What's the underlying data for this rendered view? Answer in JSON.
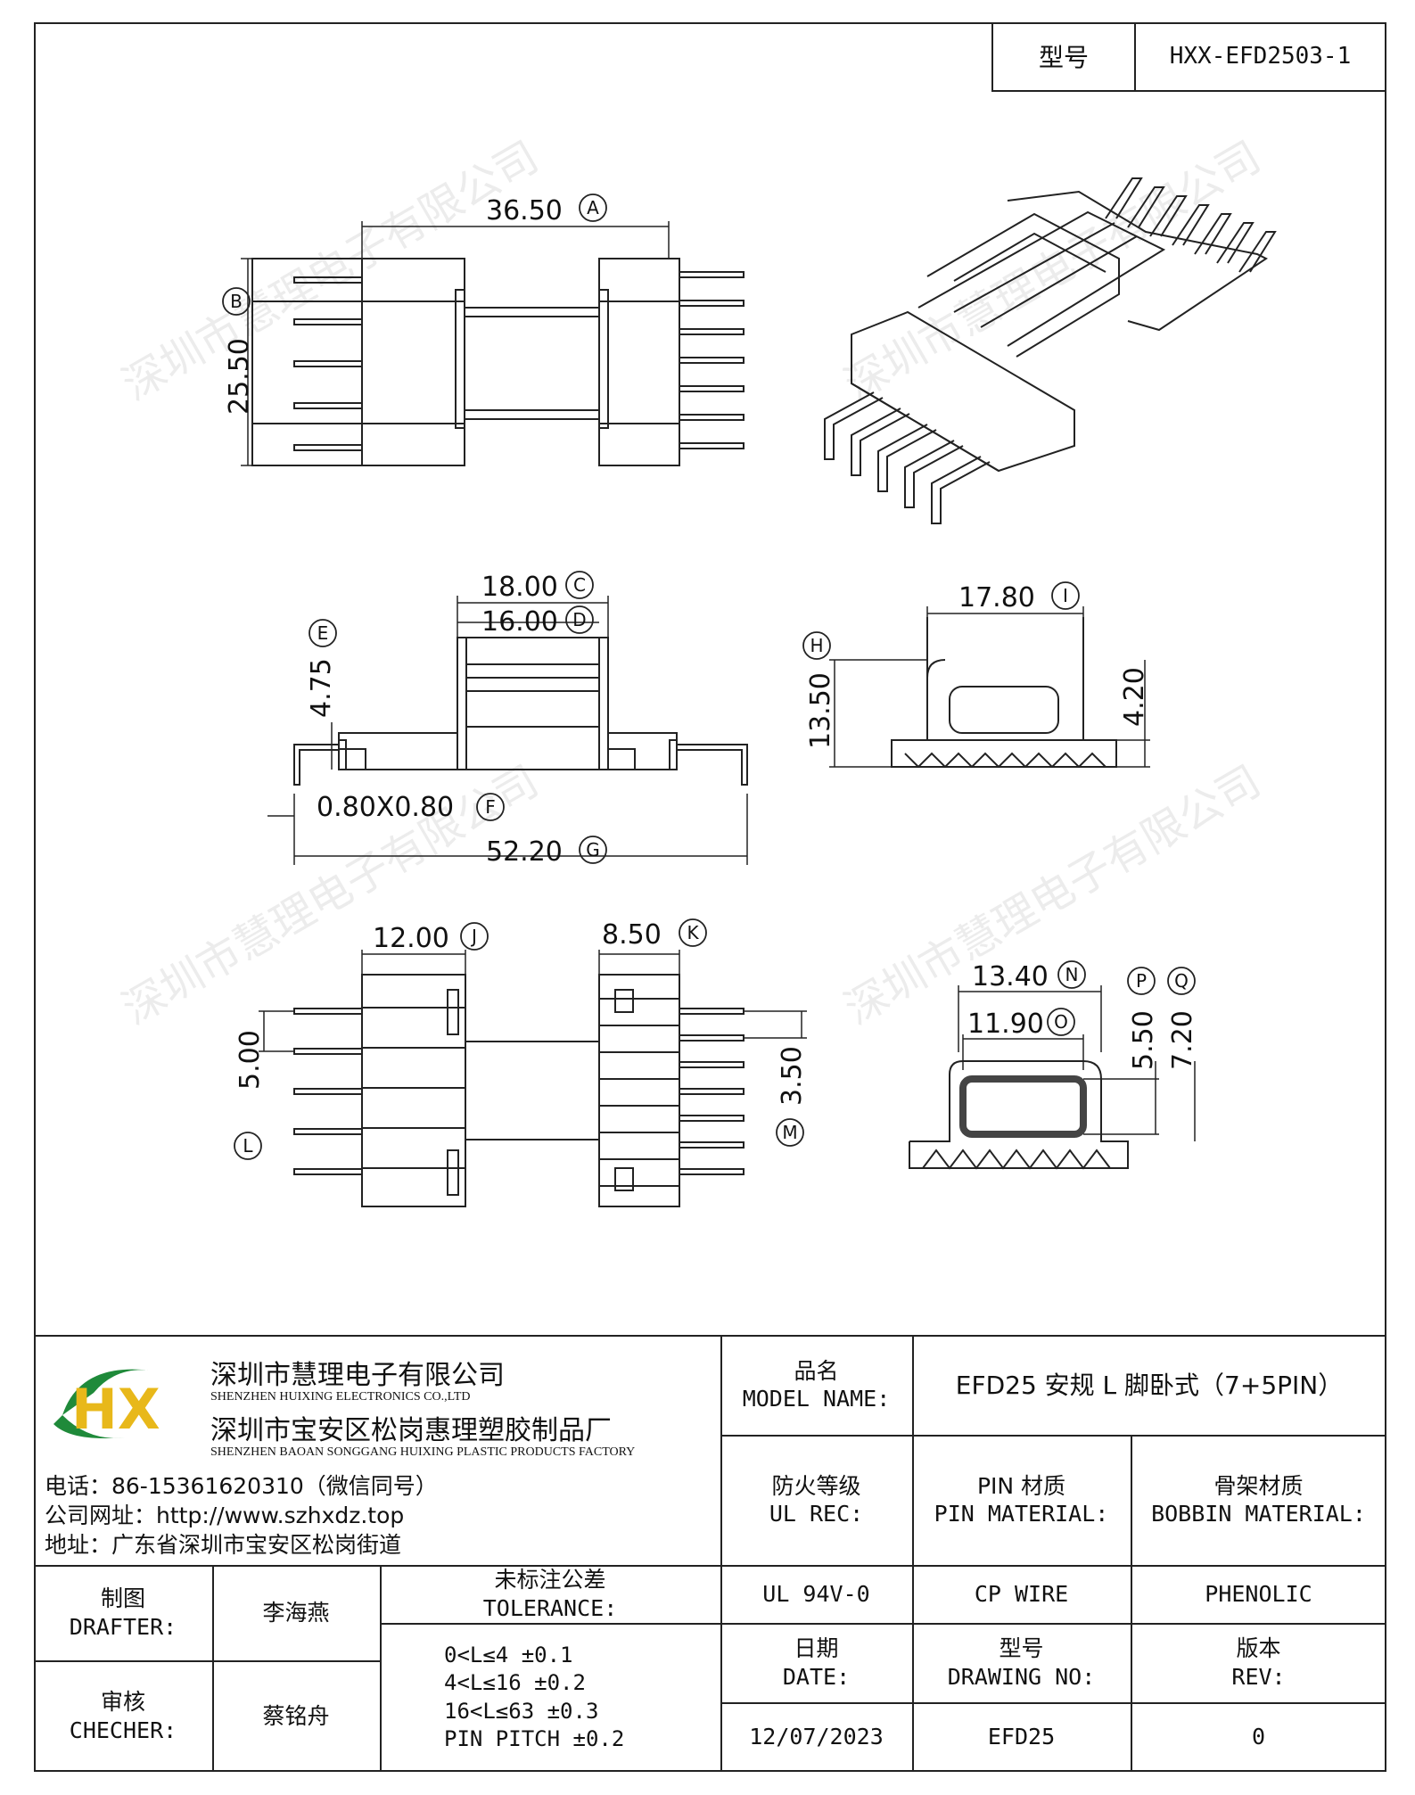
{
  "header": {
    "model_label": "型号",
    "model_value": "HXX-EFD2503-1"
  },
  "drawing": {
    "dims": {
      "A": "36.50",
      "B": "25.50",
      "C": "18.00",
      "D": "16.00",
      "E": "4.75",
      "F": "0.80X0.80",
      "G": "52.20",
      "H": "13.50",
      "I": "17.80",
      "h420": "4.20",
      "J": "12.00",
      "K": "8.50",
      "L": "5.00",
      "M": "3.50",
      "N": "13.40",
      "O": "11.90",
      "P": "5.50",
      "Q": "7.20"
    },
    "callouts": {
      "A": "A",
      "B": "B",
      "C": "C",
      "D": "D",
      "E": "E",
      "F": "F",
      "G": "G",
      "H": "H",
      "I": "I",
      "J": "J",
      "K": "K",
      "L": "L",
      "M": "M",
      "N": "N",
      "O": "O",
      "P": "P",
      "Q": "Q"
    },
    "watermark": "深圳市慧理电子有限公司"
  },
  "company": {
    "name_cn": "深圳市慧理电子有限公司",
    "name_en": "SHENZHEN HUIXING ELECTRONICS CO.,LTD",
    "factory_cn": "深圳市宝安区松岗惠理塑胶制品厂",
    "factory_en": "SHENZHEN BAOAN SONGGANG HUIXING PLASTIC PRODUCTS FACTORY",
    "phone": "电话：86-15361620310（微信同号）",
    "website": "公司网址：http://www.szhxdz.top",
    "address": "地址：广东省深圳市宝安区松岗街道",
    "logo_text": "HX"
  },
  "title_block": {
    "model_name_label_cn": "品名",
    "model_name_label_en": "MODEL NAME:",
    "model_name_value": "EFD25 安规 L 脚卧式（7+5PIN）",
    "ul_label_cn": "防火等级",
    "ul_label_en": "UL REC:",
    "pin_label_cn": "PIN 材质",
    "pin_label_en": "PIN MATERIAL:",
    "bobbin_label_cn": "骨架材质",
    "bobbin_label_en": "BOBBIN MATERIAL:",
    "ul_value": "UL 94V-0",
    "pin_value": "CP WIRE",
    "bobbin_value": "PHENOLIC",
    "drafter_label_cn": "制图",
    "drafter_label_en": "DRAFTER:",
    "drafter_value": "李海燕",
    "checker_label_cn": "审核",
    "checker_label_en": "CHECHER:",
    "checker_value": "蔡铭舟",
    "tolerance_label_cn": "未标注公差",
    "tolerance_label_en": "TOLERANCE:",
    "tolerance_lines": [
      "0<L≤4  ±0.1",
      "4<L≤16 ±0.2",
      "16<L≤63 ±0.3",
      "PIN PITCH ±0.2"
    ],
    "date_label_cn": "日期",
    "date_label_en": "DATE:",
    "date_value": "12/07/2023",
    "drawing_no_label_cn": "型号",
    "drawing_no_label_en": "DRAWING NO:",
    "drawing_no_value": "EFD25",
    "rev_label_cn": "版本",
    "rev_label_en": "REV:",
    "rev_value": "0"
  }
}
